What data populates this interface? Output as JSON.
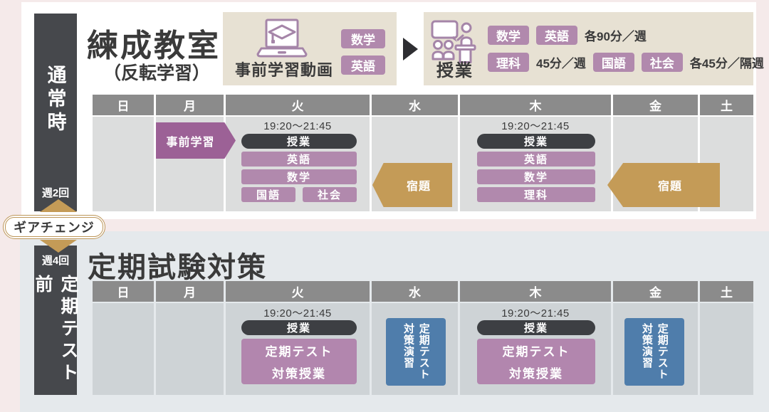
{
  "palette": {
    "page_bg": "#f5eaea",
    "panel_top_bg": "#ffffff",
    "panel_bottom_bg": "#e5e9ec",
    "dark_rail": "#46484c",
    "header_gray": "#8b8b8b",
    "purple_badge": "#b189ad",
    "purple_arrow": "#9c6196",
    "gold": "#c49b57",
    "blue": "#4f7dab",
    "beige": "#e7e1d3"
  },
  "left_rail": {
    "normal_mode_label": "通常時",
    "normal_mode_frequency": "週2回",
    "exam_mode_frequency": "週4回",
    "exam_mode_label": "定期テスト前"
  },
  "gear_change": {
    "label": "ギアチェンジ"
  },
  "normal_section": {
    "title": "練成教室",
    "subtitle": "（反転学習）",
    "prestudy_box": {
      "icon": "laptop-graduation-icon",
      "label": "事前学習動画",
      "subjects": [
        "数学",
        "英語"
      ]
    },
    "lesson_box": {
      "icon": "teacher-classroom-icon",
      "label": "授業",
      "row1": {
        "subjects": [
          "数学",
          "英語"
        ],
        "note": "各90分／週"
      },
      "row2": {
        "subject1": "理科",
        "note1": "45分／週",
        "subjects2": [
          "国語",
          "社会"
        ],
        "note2": "各45分／隔週"
      }
    },
    "calendar": {
      "days": [
        "日",
        "月",
        "火",
        "水",
        "木",
        "金",
        "土"
      ],
      "monday_arrow": "事前学習",
      "tuesday": {
        "time": "19:20～21:45",
        "lesson_pill": "授業",
        "bars": [
          "英語",
          "数学"
        ],
        "split_bars": [
          "国語",
          "社会"
        ]
      },
      "wednesday_arrow": "宿題",
      "thursday": {
        "time": "19:20～21:45",
        "lesson_pill": "授業",
        "bars": [
          "英語",
          "数学",
          "理科"
        ]
      },
      "friday_arrow": "宿題"
    }
  },
  "exam_section": {
    "title": "定期試験対策",
    "calendar": {
      "days": [
        "日",
        "月",
        "火",
        "水",
        "木",
        "金",
        "土"
      ],
      "tuesday": {
        "time": "19:20～21:45",
        "lesson_pill": "授業",
        "box_lines": [
          "定期テスト",
          "対策授業"
        ]
      },
      "wednesday_box": "定期テスト対策演習",
      "thursday": {
        "time": "19:20～21:45",
        "lesson_pill": "授業",
        "box_lines": [
          "定期テスト",
          "対策授業"
        ]
      },
      "friday_box": "定期テスト対策演習"
    }
  }
}
